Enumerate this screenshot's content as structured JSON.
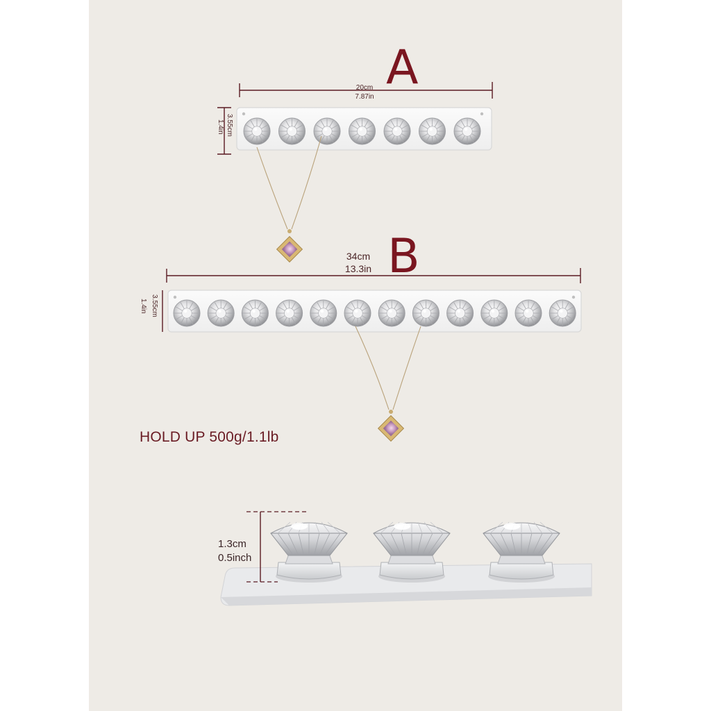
{
  "rack_a": {
    "label": "A",
    "width_cm": "20cm",
    "width_in": "7.87in",
    "height_cm": "3.55cm",
    "height_in": "1.4in",
    "knob_count": 7
  },
  "rack_b": {
    "label": "B",
    "width_cm": "34cm",
    "width_in": "13.3in",
    "height_cm": "3.55cm",
    "height_in": "1.4in",
    "knob_count": 12
  },
  "capacity": {
    "text": "HOLD UP 500g/1.1lb"
  },
  "knob_detail": {
    "height_cm": "1.3cm",
    "height_in": "0.5inch"
  },
  "colors": {
    "background": "#eeebe6",
    "accent": "#7a1620",
    "dimension_line": "#5a1a22"
  }
}
